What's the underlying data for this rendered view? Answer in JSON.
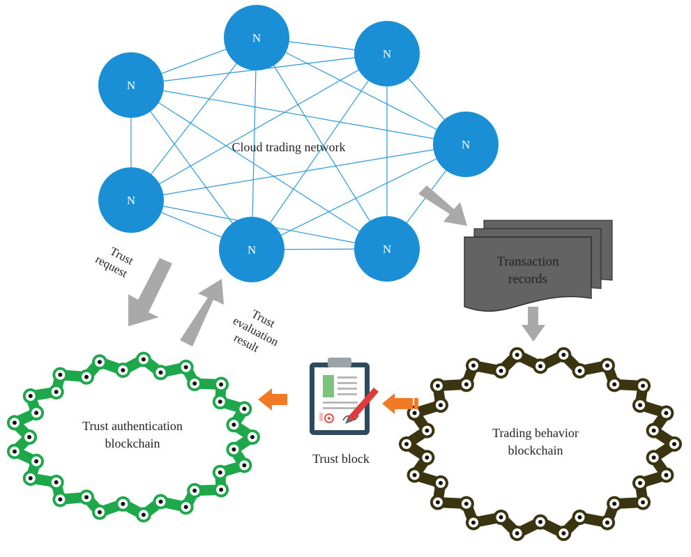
{
  "colors": {
    "node": "#1a8fd6",
    "edge": "#2a97d8",
    "arrow_gray": "#a9a9a9",
    "arrow_orange": "#f07a25",
    "chain_green": "#1fa84b",
    "chain_dark": "#3b3411",
    "records_fill": "#636363"
  },
  "network": {
    "label": "Cloud trading network",
    "node_label": "N"
  },
  "records": {
    "label_line1": "Transaction",
    "label_line2": "records"
  },
  "trust_request": {
    "line1": "Trust",
    "line2": "request"
  },
  "trust_eval": {
    "line1": "Trust",
    "line2": "evaluation",
    "line3": "result"
  },
  "auth_chain": {
    "line1": "Trust authentication",
    "line2": "blockchain"
  },
  "trading_chain": {
    "line1": "Trading behavior",
    "line2": "blockchain"
  },
  "trust_block": {
    "label": "Trust block"
  },
  "icons": {
    "clipboard": "clipboard-icon",
    "document_stack": "document-stack-icon"
  }
}
